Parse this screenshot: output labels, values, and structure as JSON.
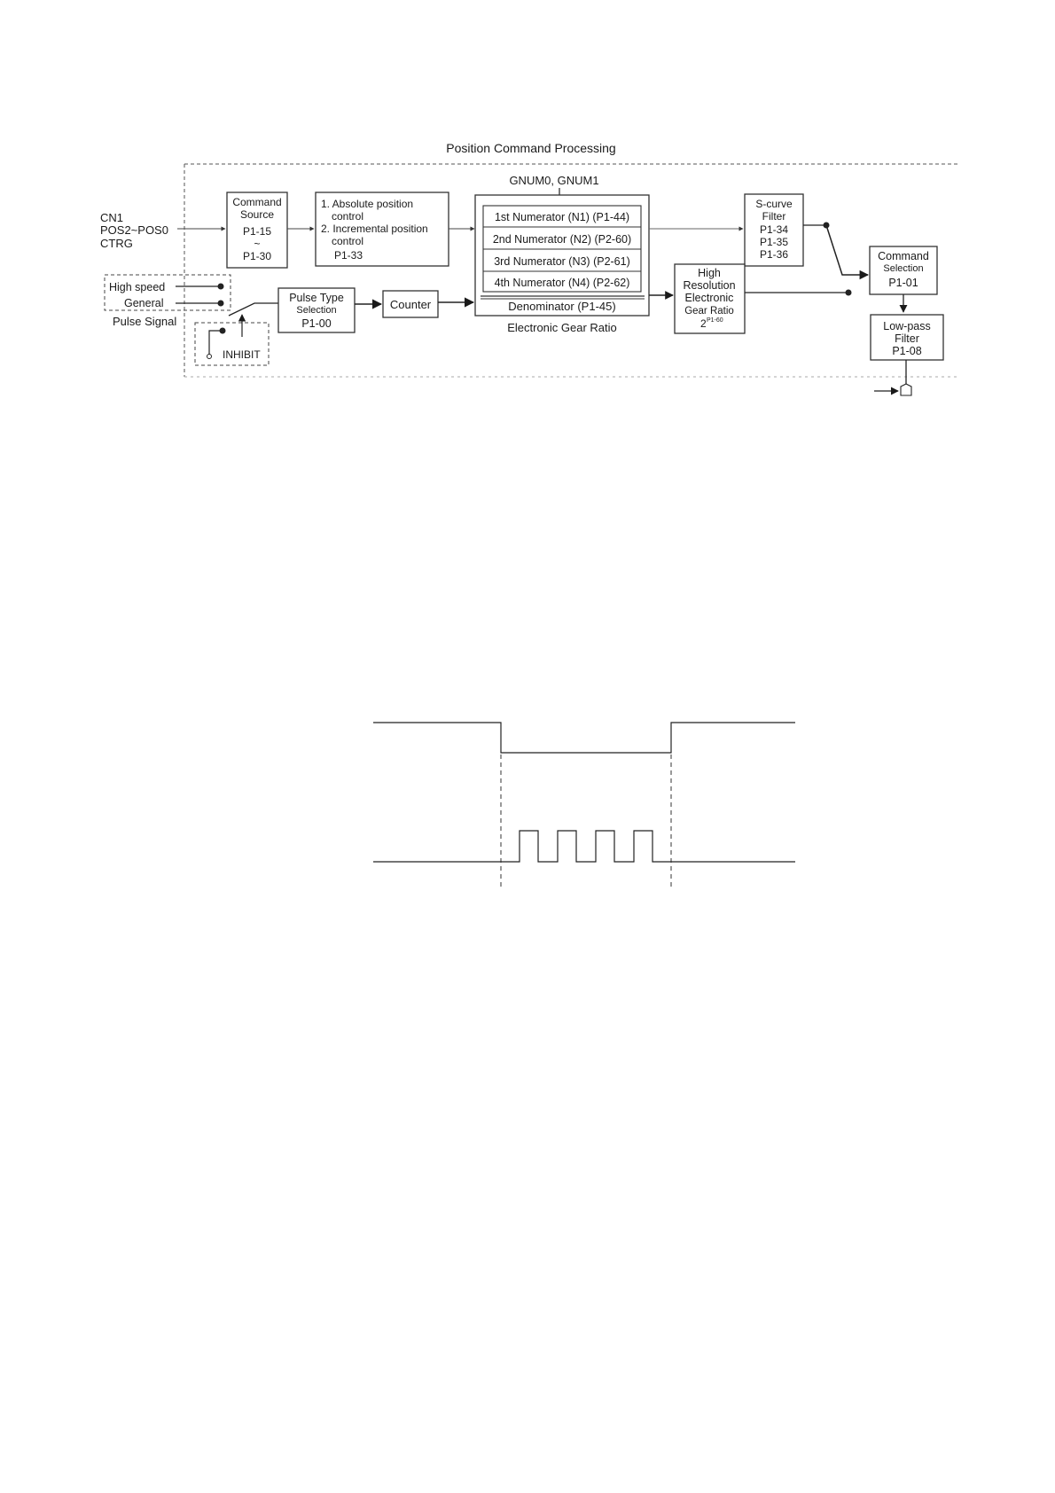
{
  "diagram": {
    "title": "Position Command Processing",
    "inputs": {
      "cn1": "CN1",
      "pos": "POS2~POS0",
      "ctrg": "CTRG",
      "high_speed": "High speed",
      "general": "General",
      "pulse_signal": "Pulse Signal",
      "inhibit": "INHIBIT"
    },
    "command_source": {
      "line1": "Command",
      "line2": "Source",
      "p1": "P1-15",
      "tilde": "~",
      "p2": "P1-30"
    },
    "position_control": {
      "item1": "1. Absolute position",
      "item1b": "control",
      "item2": "2. Incremental position",
      "item2b": "control",
      "param": "P1-33"
    },
    "gear": {
      "gnum": "GNUM0, GNUM1",
      "n1": "1st Numerator (N1) (P1-44)",
      "n2": "2nd Numerator (N2) (P2-60)",
      "n3": "3rd Numerator (N3) (P2-61)",
      "n4": "4th Numerator (N4) (P2-62)",
      "denominator": "Denominator (P1-45)",
      "caption": "Electronic Gear Ratio"
    },
    "pulse_type": {
      "line1": "Pulse Type",
      "line2": "Selection",
      "param": "P1-00"
    },
    "counter": "Counter",
    "high_res": {
      "line1": "High",
      "line2": "Resolution",
      "line3": "Electronic",
      "line4": "Gear Ratio",
      "base": "2",
      "exp": "P1-60"
    },
    "scurve": {
      "line1": "S-curve",
      "line2": "Filter",
      "p1": "P1-34",
      "p2": "P1-35",
      "p3": "P1-36"
    },
    "cmd_selection": {
      "line1": "Command",
      "line2": "Selection",
      "param": "P1-01"
    },
    "lowpass": {
      "line1": "Low-pass",
      "line2": "Filter",
      "param": "P1-08"
    }
  },
  "timing": {
    "pulse_count": 4
  }
}
